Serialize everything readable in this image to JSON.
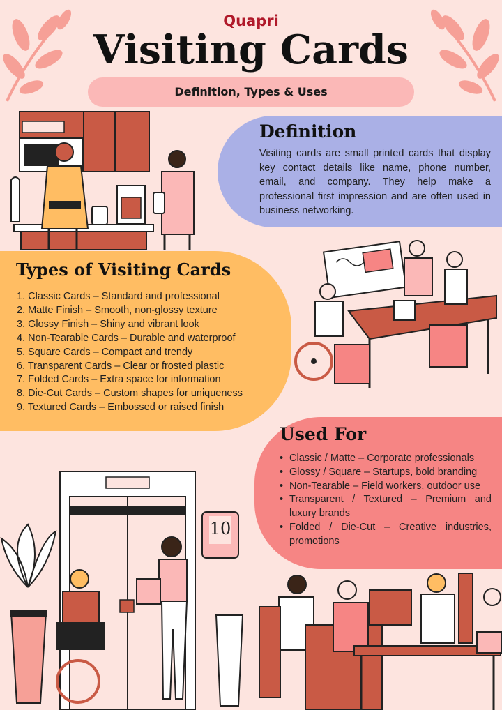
{
  "header": {
    "brand": "Quapri",
    "title": "Visiting Cards",
    "subtitle": "Definition, Types & Uses"
  },
  "definition": {
    "heading": "Definition",
    "body": "Visiting cards are small printed cards that display key contact details like name, phone number, email, and company. They help make a professional first impression and are often used in business networking."
  },
  "types": {
    "heading": "Types of Visiting Cards",
    "items": [
      "1. Classic Cards – Standard and professional",
      "2. Matte Finish – Smooth, non-glossy texture",
      "3. Glossy Finish – Shiny and vibrant look",
      "4. Non-Tearable Cards – Durable and waterproof",
      "5. Square Cards – Compact and trendy",
      "6. Transparent Cards – Clear or frosted plastic",
      "7. Folded Cards – Extra space for information",
      "8. Die-Cut Cards – Custom shapes for uniqueness",
      "9. Textured Cards – Embossed or raised finish"
    ]
  },
  "uses": {
    "heading": "Used For",
    "items": [
      "Classic / Matte – Corporate professionals",
      "Glossy / Square – Startups, bold branding",
      "Non-Tearable – Field workers, outdoor use",
      "Transparent / Textured – Premium and luxury brands",
      "Folded / Die-Cut – Creative industries, promotions"
    ]
  },
  "elevator_sign": "10",
  "colors": {
    "background": "#fde4df",
    "brand": "#b0192a",
    "definition_card": "#aab0e6",
    "types_card": "#ffbd63",
    "uses_card": "#f68584",
    "subtitle_pill": "#fbb8b7",
    "illustration_accent": "#c95a45"
  }
}
